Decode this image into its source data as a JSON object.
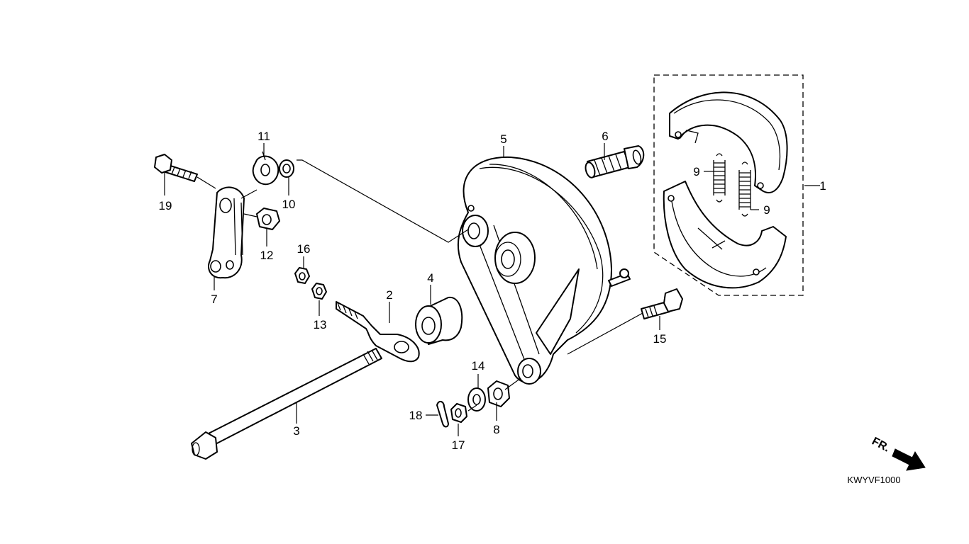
{
  "diagram": {
    "code": "KWYVF1000",
    "direction_label": "FR.",
    "parts": [
      {
        "id": "p1",
        "label": "1"
      },
      {
        "id": "p2",
        "label": "2"
      },
      {
        "id": "p3",
        "label": "3"
      },
      {
        "id": "p4",
        "label": "4"
      },
      {
        "id": "p5",
        "label": "5"
      },
      {
        "id": "p6",
        "label": "6"
      },
      {
        "id": "p7",
        "label": "7"
      },
      {
        "id": "p8",
        "label": "8"
      },
      {
        "id": "p9a",
        "label": "9"
      },
      {
        "id": "p9b",
        "label": "9"
      },
      {
        "id": "p10",
        "label": "10"
      },
      {
        "id": "p11",
        "label": "11"
      },
      {
        "id": "p12",
        "label": "12"
      },
      {
        "id": "p13",
        "label": "13"
      },
      {
        "id": "p14",
        "label": "14"
      },
      {
        "id": "p15",
        "label": "15"
      },
      {
        "id": "p16",
        "label": "16"
      },
      {
        "id": "p17",
        "label": "17"
      },
      {
        "id": "p18",
        "label": "18"
      },
      {
        "id": "p19",
        "label": "19"
      }
    ]
  }
}
